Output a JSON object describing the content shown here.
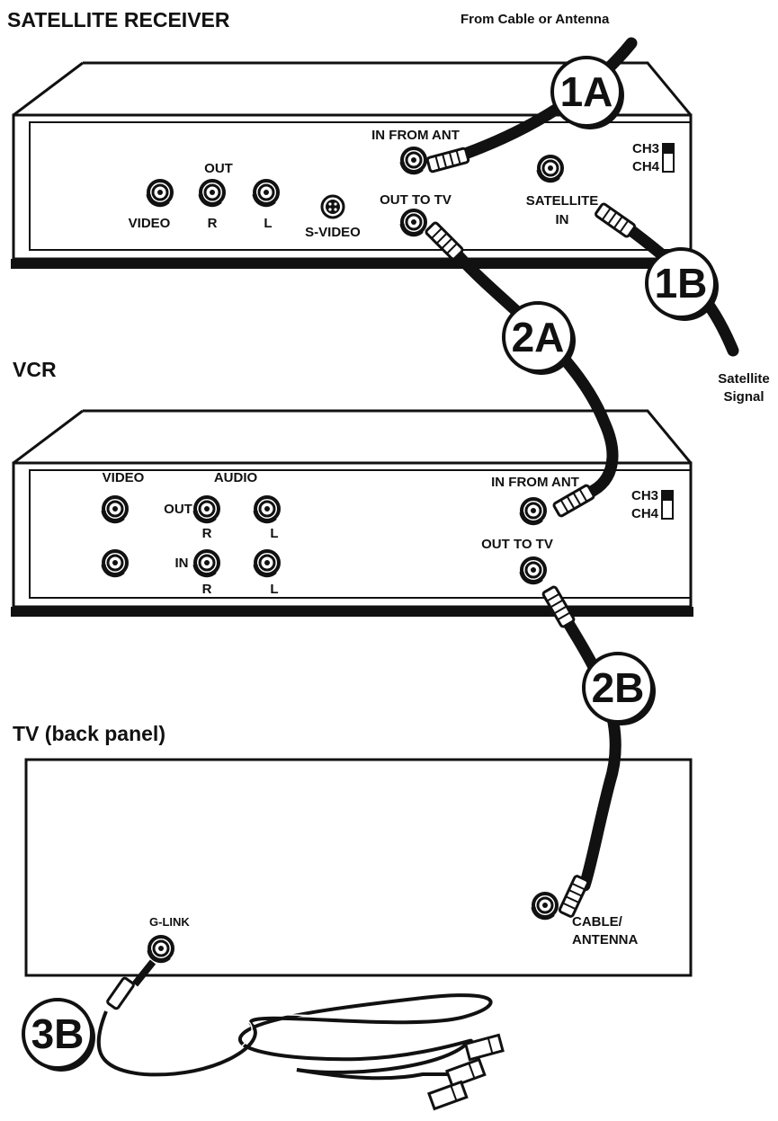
{
  "titles": {
    "satellite_receiver": "SATELLITE RECEIVER",
    "vcr": "VCR",
    "tv": "TV (back panel)"
  },
  "notes": {
    "from_cable": "From Cable or Antenna",
    "satellite_signal_1": "Satellite",
    "satellite_signal_2": "Signal"
  },
  "receiver": {
    "out": "OUT",
    "video": "VIDEO",
    "r": "R",
    "l": "L",
    "svideo": "S-VIDEO",
    "in_from_ant": "IN FROM ANT",
    "out_to_tv": "OUT TO TV",
    "satellite_1": "SATELLITE",
    "satellite_2": "IN",
    "ch3": "CH3",
    "ch4": "CH4"
  },
  "vcr": {
    "video": "VIDEO",
    "audio": "AUDIO",
    "out": "OUT",
    "in": "IN",
    "r1": "R",
    "l1": "L",
    "r2": "R",
    "l2": "L",
    "in_from_ant": "IN FROM ANT",
    "out_to_tv": "OUT TO TV",
    "ch3": "CH3",
    "ch4": "CH4"
  },
  "tv": {
    "glink": "G-LINK",
    "cable_1": "CABLE/",
    "cable_2": "ANTENNA"
  },
  "callouts": {
    "c1a": "1A",
    "c1b": "1B",
    "c2a": "2A",
    "c2b": "2B",
    "c3b": "3B"
  }
}
